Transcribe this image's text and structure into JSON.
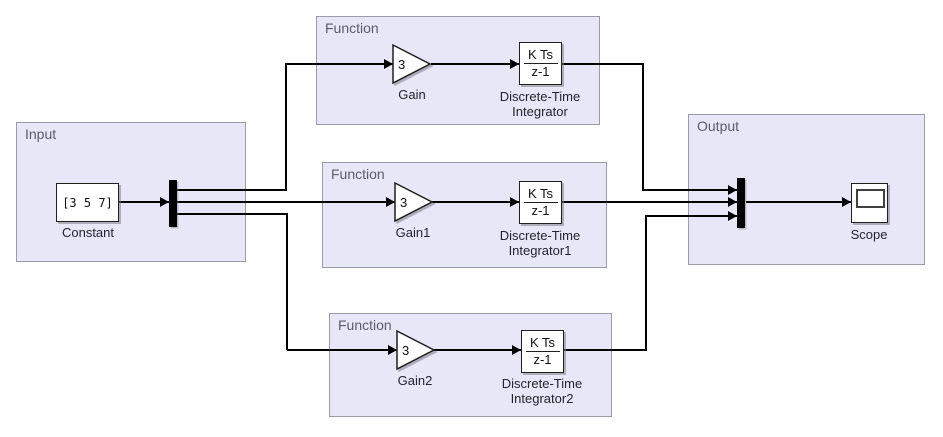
{
  "areas": {
    "input": {
      "label": "Input"
    },
    "function_top": {
      "label": "Function"
    },
    "function_middle": {
      "label": "Function"
    },
    "function_bottom": {
      "label": "Function"
    },
    "output": {
      "label": "Output"
    }
  },
  "blocks": {
    "constant": {
      "value": "[3 5 7]",
      "label": "Constant"
    },
    "gain": {
      "value": "3",
      "label": "Gain"
    },
    "gain1": {
      "value": "3",
      "label": "Gain1"
    },
    "gain2": {
      "value": "3",
      "label": "Gain2"
    },
    "integrator": {
      "num": "K Ts",
      "den": "z-1",
      "label": "Discrete-Time Integrator"
    },
    "integrator1": {
      "num": "K Ts",
      "den": "z-1",
      "label": "Discrete-Time Integrator1"
    },
    "integrator2": {
      "num": "K Ts",
      "den": "z-1",
      "label": "Discrete-Time Integrator2"
    },
    "demux": {
      "icon": "demux-bar"
    },
    "mux": {
      "icon": "mux-bar"
    },
    "scope": {
      "label": "Scope",
      "icon": "scope-screen"
    }
  },
  "colors": {
    "canvas_bg": "#ffffff",
    "area_fill": "#e7e7f8",
    "area_border": "#9b9aa8",
    "block_border": "#1f1f1f",
    "wire": "#000000",
    "area_label": "#5c5c68",
    "block_label": "#24242e"
  }
}
